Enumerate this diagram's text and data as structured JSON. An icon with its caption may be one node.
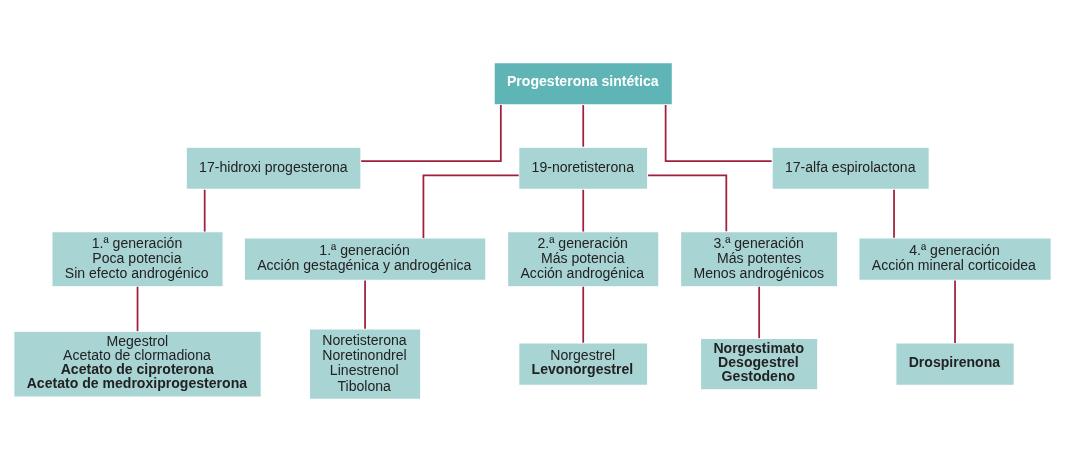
{
  "diagram": {
    "nodes": [
      {
        "text": [
          "Progesterona sintética"
        ]
      },
      {
        "text": [
          "17-hidroxi progesterona"
        ]
      },
      {
        "text": [
          "19-noretisterona"
        ]
      },
      {
        "text": [
          "17-alfa espirolactona"
        ]
      },
      {
        "text": [
          "1.ª generación",
          "Poca potencia",
          "Sin efecto androgénico"
        ]
      },
      {
        "text": [
          "1.ª generación",
          "Acción gestagénica y androgénica"
        ]
      },
      {
        "text": [
          "2.ª generación",
          "Más potencia",
          "Acción androgénica"
        ]
      },
      {
        "text": [
          "3.ª generación",
          "Más potentes",
          "Menos androgénicos"
        ]
      },
      {
        "text": [
          "4.ª generación",
          "Acción mineral corticoidea"
        ]
      },
      {
        "text": [
          "Megestrol",
          "Acetato de clormadiona",
          "**Acetato de ciproterona**",
          "**Acetato de medroxiprogesterona**"
        ]
      },
      {
        "text": [
          "Noretisterona",
          "Noretinondrel",
          "Linestrenol",
          "Tibolona"
        ]
      },
      {
        "text": [
          "Norgestrel",
          "**Levonorgestrel**"
        ]
      },
      {
        "text": [
          "**Norgestimato**",
          "**Desogestrel**",
          "**Gestodeno**"
        ]
      },
      {
        "text": [
          "**Drospirenona**"
        ]
      }
    ],
    "edges": [
      {
        "from": 0,
        "to": 1,
        "arrow": "none"
      },
      {
        "from": 0,
        "to": 2,
        "arrow": "none"
      },
      {
        "from": 0,
        "to": 3,
        "arrow": "none"
      },
      {
        "from": 1,
        "to": 4,
        "arrow": "none"
      },
      {
        "from": 2,
        "to": 5,
        "arrow": "none"
      },
      {
        "from": 2,
        "to": 6,
        "arrow": "none"
      },
      {
        "from": 2,
        "to": 7,
        "arrow": "none"
      },
      {
        "from": 3,
        "to": 8,
        "arrow": "none"
      },
      {
        "from": 4,
        "to": 9,
        "arrow": "none"
      },
      {
        "from": 5,
        "to": 10,
        "arrow": "none"
      },
      {
        "from": 6,
        "to": 11,
        "arrow": "none"
      },
      {
        "from": 7,
        "to": 12,
        "arrow": "none"
      },
      {
        "from": 8,
        "to": 13,
        "arrow": "none"
      }
    ]
  }
}
